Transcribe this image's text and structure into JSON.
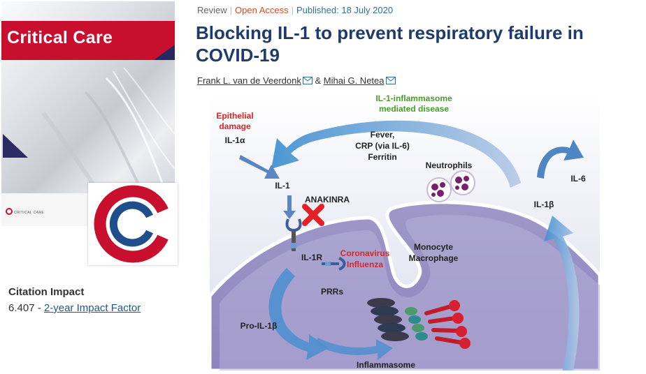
{
  "journal": {
    "cover_title": "Critical Care",
    "cover_footer": "CRITICAL CARE",
    "logo_icon": "critical-care-c-logo",
    "brand_red": "#c8102e",
    "brand_navy": "#26285e"
  },
  "citation": {
    "heading": "Citation Impact",
    "value": "6.407",
    "separator": "-",
    "link_text": "2-year Impact Factor"
  },
  "article": {
    "type": "Review",
    "access": "Open Access",
    "published": "Published: 18 July 2020",
    "title": "Blocking IL-1 to prevent respiratory failure in COVID-19",
    "authors": [
      {
        "name": "Frank L. van de Veerdonk"
      },
      {
        "name": "Mihai G. Netea"
      }
    ],
    "author_joiner": "&"
  },
  "figure": {
    "labels": {
      "disease_line1": "IL-1-inflammasome",
      "disease_line2": "mediated disease",
      "epithelial_line1": "Epithelial",
      "epithelial_line2": "damage",
      "il1a": "IL-1α",
      "fever_line1": "Fever,",
      "fever_line2": "CRP (via IL-6)",
      "fever_line3": "Ferritin",
      "neutrophils": "Neutrophils",
      "il6": "IL-6",
      "il1": "IL-1",
      "anakinra": "ANAKINRA",
      "il1b": "IL-1β",
      "monocyte_line1": "Monocyte",
      "monocyte_line2": "Macrophage",
      "il1r": "IL-1R",
      "virus_line1": "Coronavirus",
      "virus_line2": "Influenza",
      "prrs": "PRRs",
      "pro_il1b": "Pro-IL-1β",
      "inflammasome": "Inflammasome"
    }
  }
}
